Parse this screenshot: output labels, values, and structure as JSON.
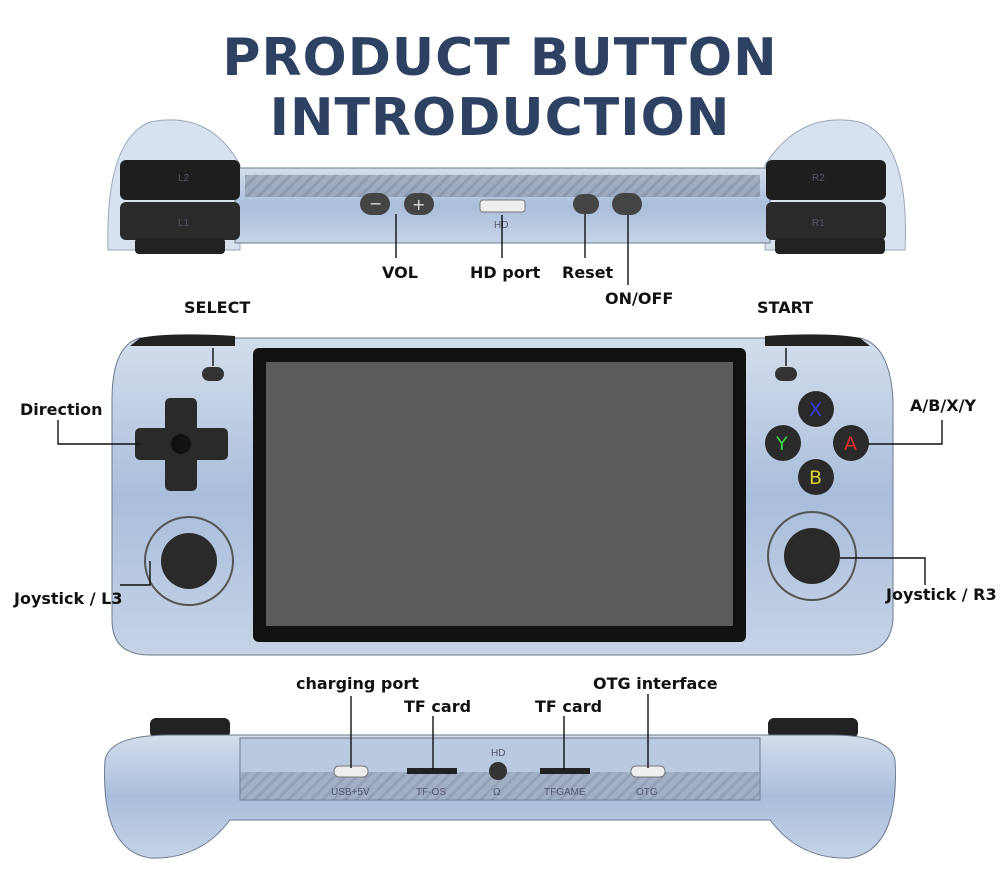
{
  "title": "PRODUCT BUTTON INTRODUCTION",
  "top_view": {
    "labels": {
      "vol": "VOL",
      "hd_port": "HD port",
      "reset": "Reset",
      "on_off": "ON/OFF"
    },
    "printed": {
      "l2": "L2",
      "l1": "L1",
      "r2": "R2",
      "r1": "R1",
      "hd": "HD"
    }
  },
  "front_view": {
    "labels": {
      "select": "SELECT",
      "start": "START",
      "direction": "Direction",
      "abxy": "A/B/X/Y",
      "joystick_left": "Joystick / L3",
      "joystick_right": "Joystick / R3"
    },
    "buttons": {
      "x": "X",
      "y": "Y",
      "a": "A",
      "b": "B"
    },
    "button_colors": {
      "x": "#3a3adf",
      "y": "#3fcf4a",
      "a": "#e03030",
      "b": "#d8d030"
    }
  },
  "bottom_view": {
    "labels": {
      "charging_port": "charging port",
      "tf_card_os": "TF card",
      "tf_card_game": "TF card",
      "otg": "OTG interface"
    },
    "printed": {
      "usb": "USB+5V",
      "tf_os": "TF-OS",
      "hd": "HD",
      "tf_game": "TFGAME",
      "otg": "OTG",
      "headphone": "Ω"
    }
  },
  "colors": {
    "title": "#2d4163",
    "shell": "#a9bedb",
    "screen": "#5b5b5b"
  }
}
